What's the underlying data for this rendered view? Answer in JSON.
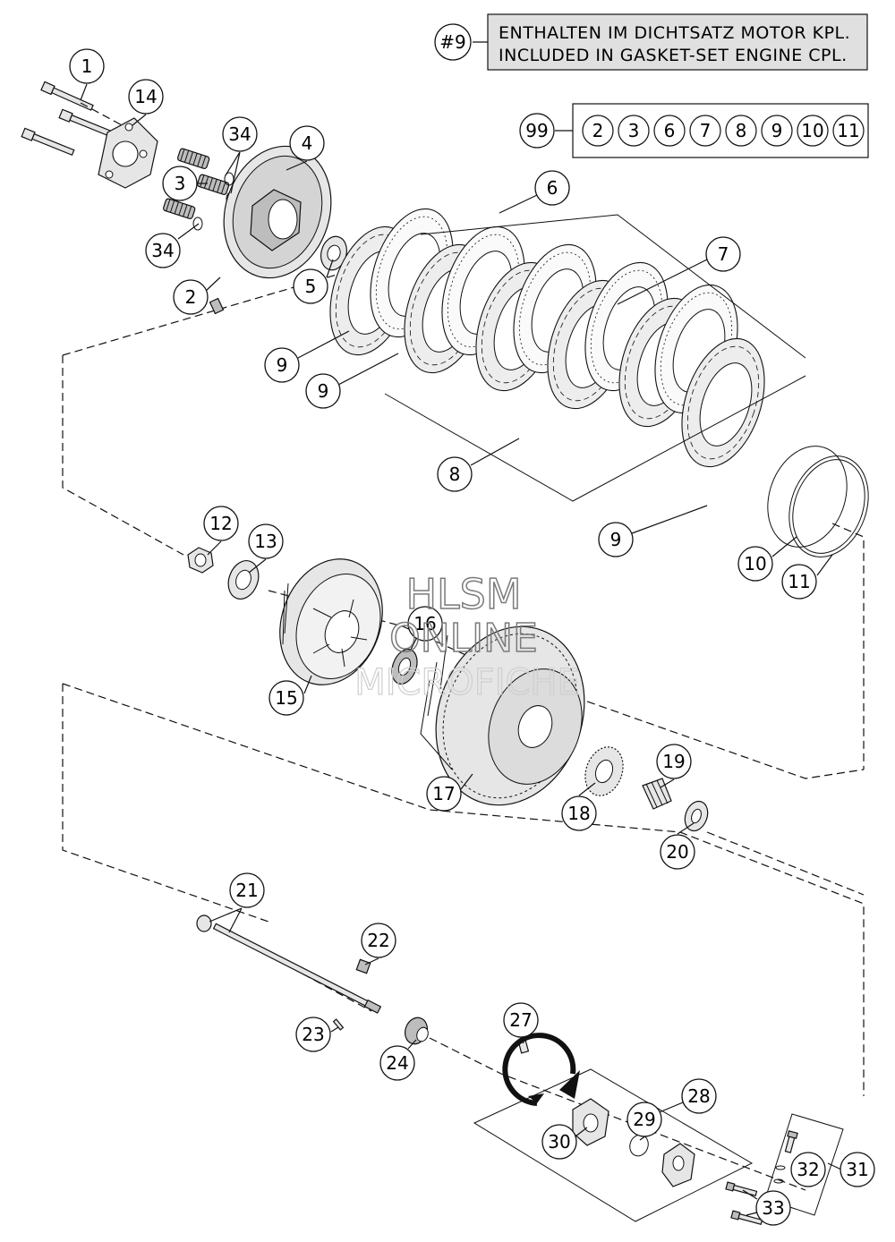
{
  "note": {
    "ref": "#9",
    "line1": "ENTHALTEN IM DICHTSATZ MOTOR KPL.",
    "line2": "INCLUDED IN GASKET-SET ENGINE CPL."
  },
  "kit": {
    "ref": "99",
    "items": [
      "2",
      "3",
      "6",
      "7",
      "8",
      "9",
      "10",
      "11"
    ]
  },
  "callouts": [
    "1",
    "14",
    "34",
    "4",
    "3",
    "34",
    "2",
    "5",
    "6",
    "7",
    "9",
    "9",
    "8",
    "9",
    "10",
    "11",
    "12",
    "13",
    "16",
    "15",
    "17",
    "19",
    "18",
    "20",
    "21",
    "22",
    "23",
    "24",
    "27",
    "28",
    "29",
    "30",
    "32",
    "31",
    "33"
  ],
  "watermark": {
    "line1": "HLSM",
    "line2": "ONLINE",
    "line3": "MICROFICHE"
  }
}
